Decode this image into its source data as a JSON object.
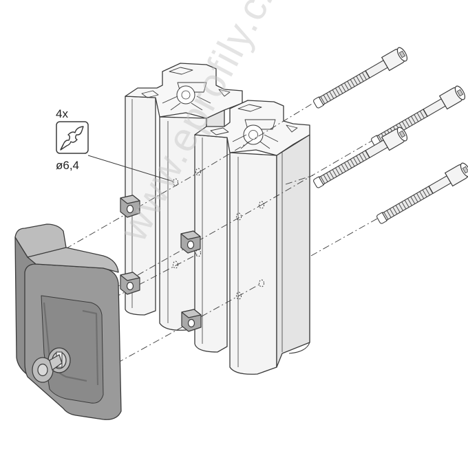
{
  "drill_callout": {
    "quantity": "4x",
    "diameter": "ø6,4",
    "icon": "drill-bit-icon"
  },
  "watermark": "www.eprofily.cz",
  "colors": {
    "line": "#3a3a3a",
    "profile_fill": "#f4f4f4",
    "profile_shade": "#e4e4e4",
    "lock_body": "#8d8d8d",
    "lock_light": "#bdbdbd",
    "lock_dark": "#6f6f6f",
    "screw_fill": "#e9e9e9",
    "nut_fill": "#a9a9a9"
  },
  "parts": {
    "profiles": 2,
    "screws": 4,
    "slot_nuts": 4,
    "lock": 1
  }
}
